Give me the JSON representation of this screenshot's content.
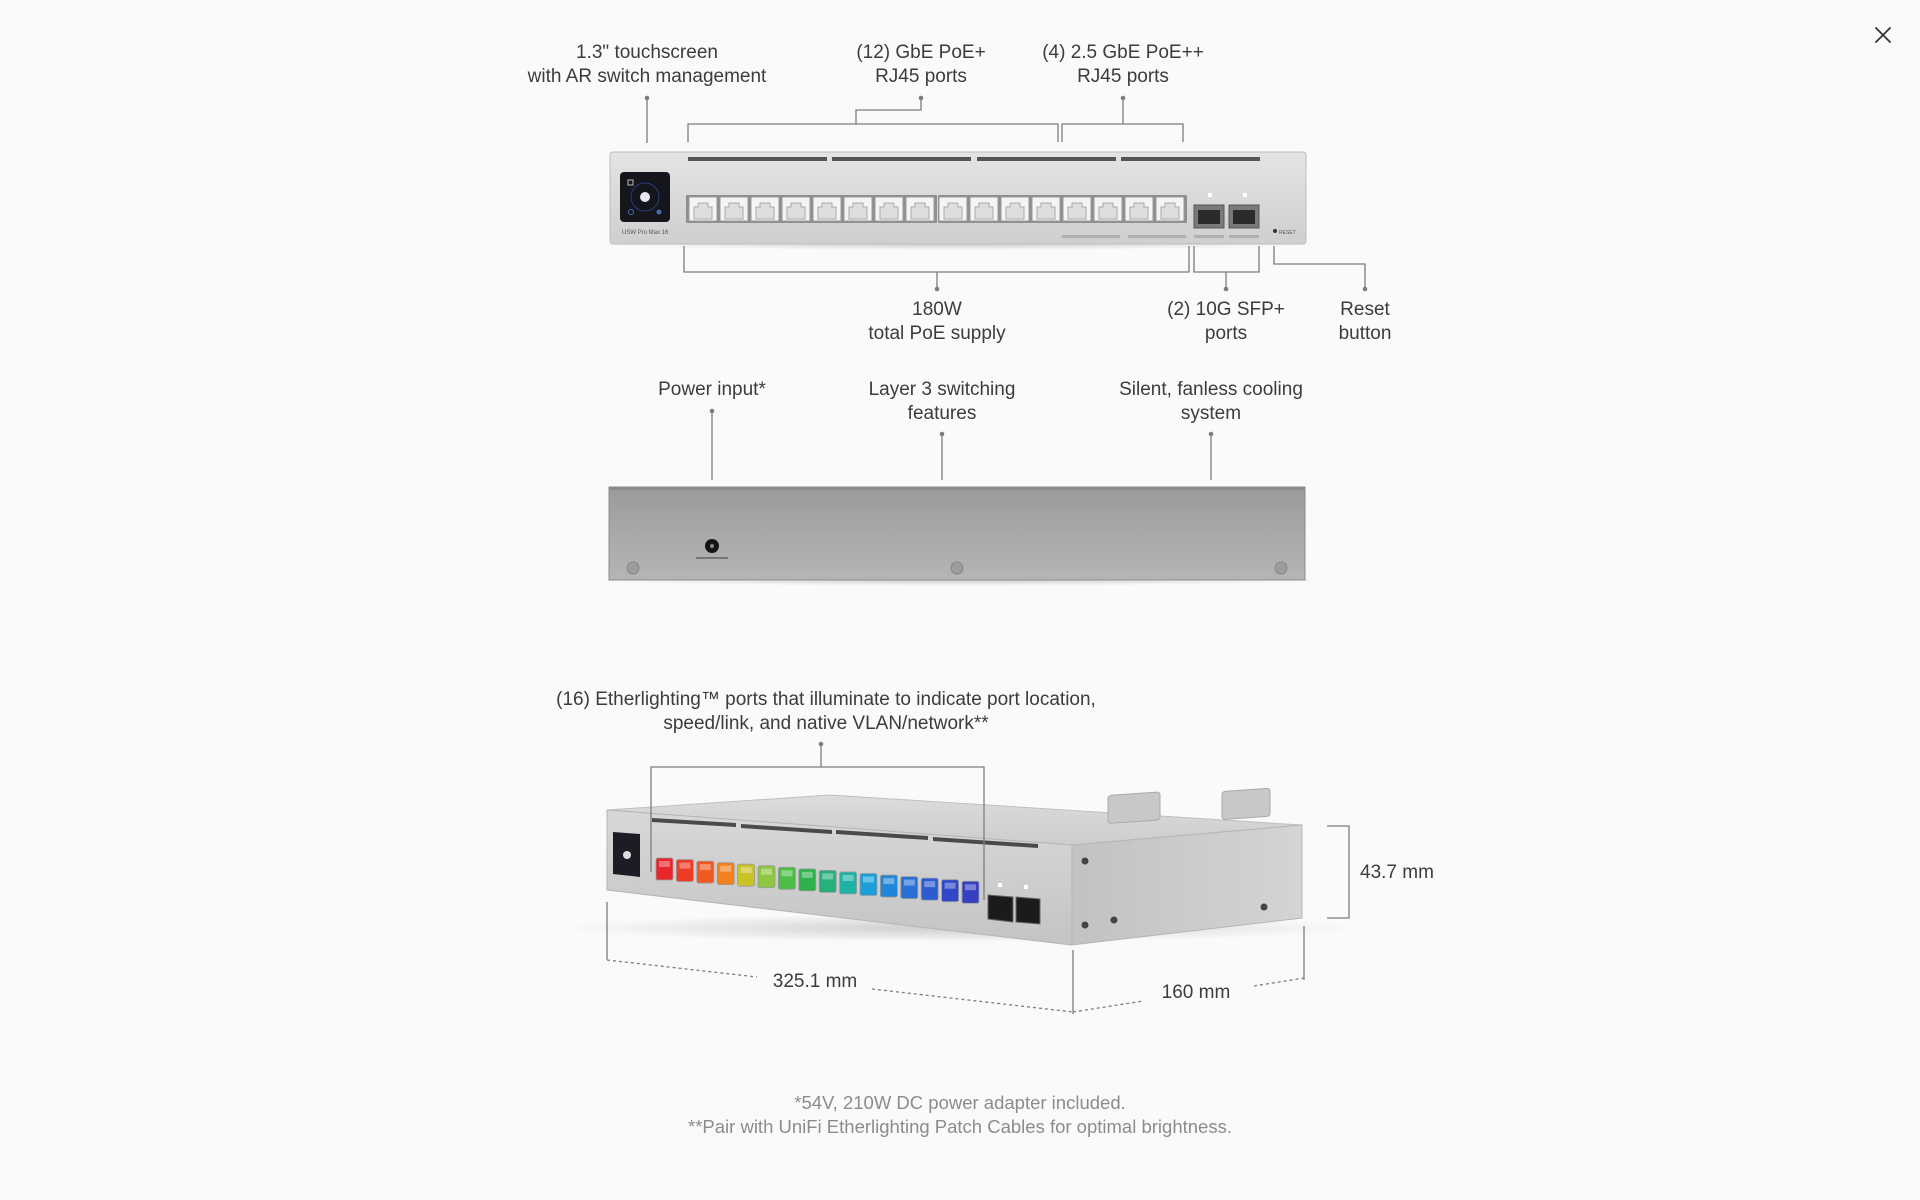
{
  "close_button": {
    "icon": "close-icon"
  },
  "front_view": {
    "callouts": {
      "touchscreen": [
        "1.3\" touchscreen",
        "with AR switch management"
      ],
      "gbe_ports": [
        "(12) GbE PoE+",
        "RJ45 ports"
      ],
      "ports_2_5g": [
        "(4) 2.5 GbE PoE++",
        "RJ45 ports"
      ],
      "poe_supply": [
        "180W",
        "total PoE supply"
      ],
      "sfp_ports": [
        "(2) 10G SFP+",
        "ports"
      ],
      "reset": [
        "Reset",
        "button"
      ]
    },
    "device_label": "USW Pro Max 16",
    "reset_label": "RESET"
  },
  "rear_view": {
    "callouts": {
      "power": [
        "Power input*"
      ],
      "layer3": [
        "Layer 3 switching",
        "features"
      ],
      "cooling": [
        "Silent, fanless cooling",
        "system"
      ]
    }
  },
  "perspective_view": {
    "callouts": {
      "etherlighting": [
        "(16) Etherlighting™ ports that illuminate to indicate port location,",
        "speed/link, and native VLAN/network**"
      ]
    },
    "dimensions": {
      "height": "43.7 mm",
      "width": "325.1 mm",
      "depth": "160 mm"
    },
    "port_led_colors": [
      "#e8262b",
      "#ee3b24",
      "#f05a22",
      "#f48021",
      "#c9c326",
      "#8dc63f",
      "#4dbd48",
      "#2fb24e",
      "#27b079",
      "#1fb3a6",
      "#1c9ed8",
      "#2286d8",
      "#2a6fd6",
      "#2d5bd0",
      "#3048c8",
      "#3540c0"
    ]
  },
  "footnotes": [
    "*54V, 210W DC power adapter included.",
    "**Pair with UniFi Etherlighting Patch Cables for optimal brightness."
  ]
}
